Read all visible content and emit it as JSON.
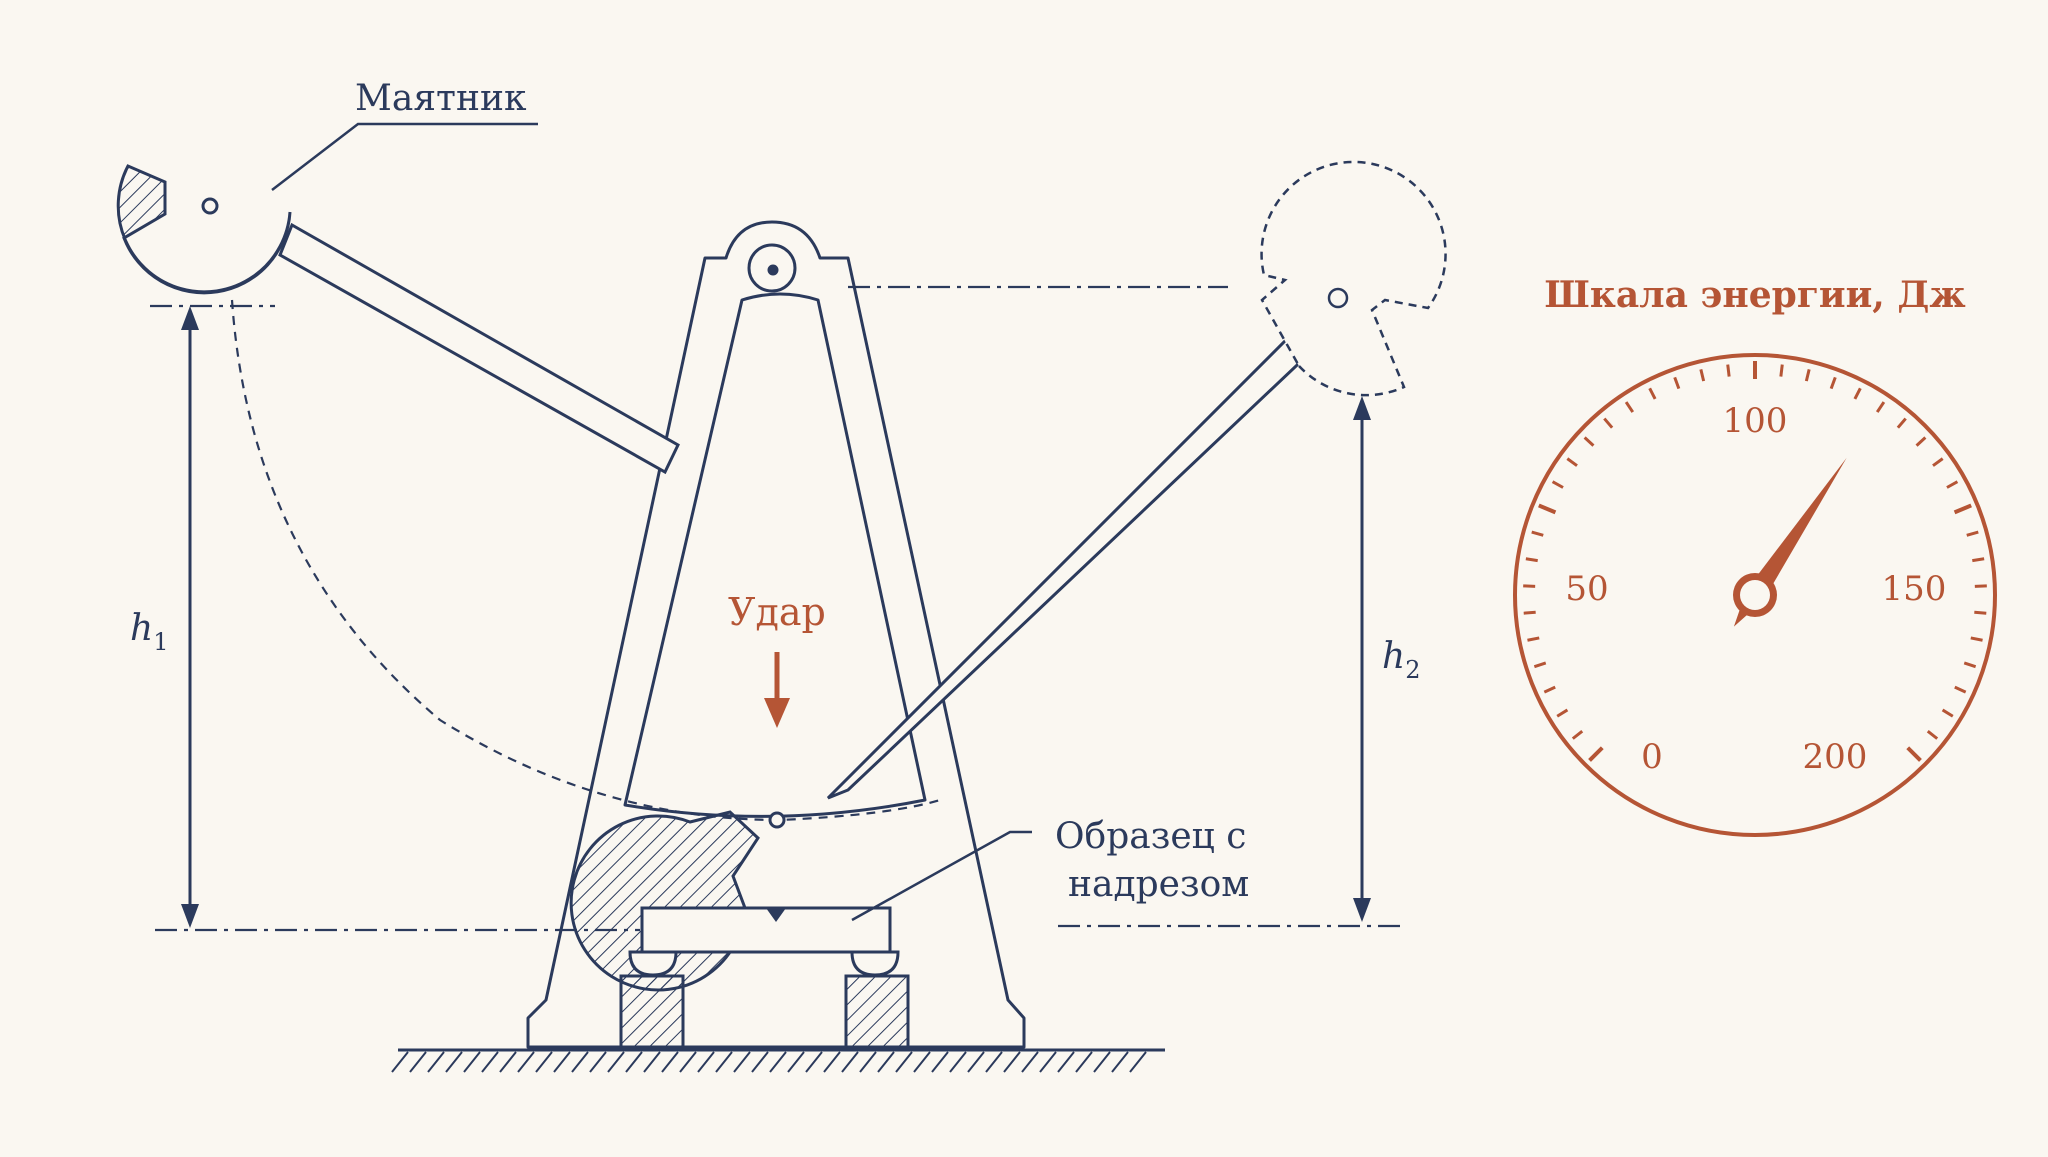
{
  "labels": {
    "pendulum": "Маятник",
    "impact": "Удар",
    "specimen_line1": "Образец с",
    "specimen_line2": "надрезом",
    "h1_letter": "h",
    "h1_sub": "1",
    "h2_letter": "h",
    "h2_sub": "2"
  },
  "gauge": {
    "title": "Шкала энергии, Дж",
    "ticks": [
      "0",
      "50",
      "100",
      "150",
      "200"
    ],
    "pointer_value": 125
  },
  "colors": {
    "background": "#faf7f1",
    "line": "#2b3a5c",
    "accent": "#b55535"
  }
}
